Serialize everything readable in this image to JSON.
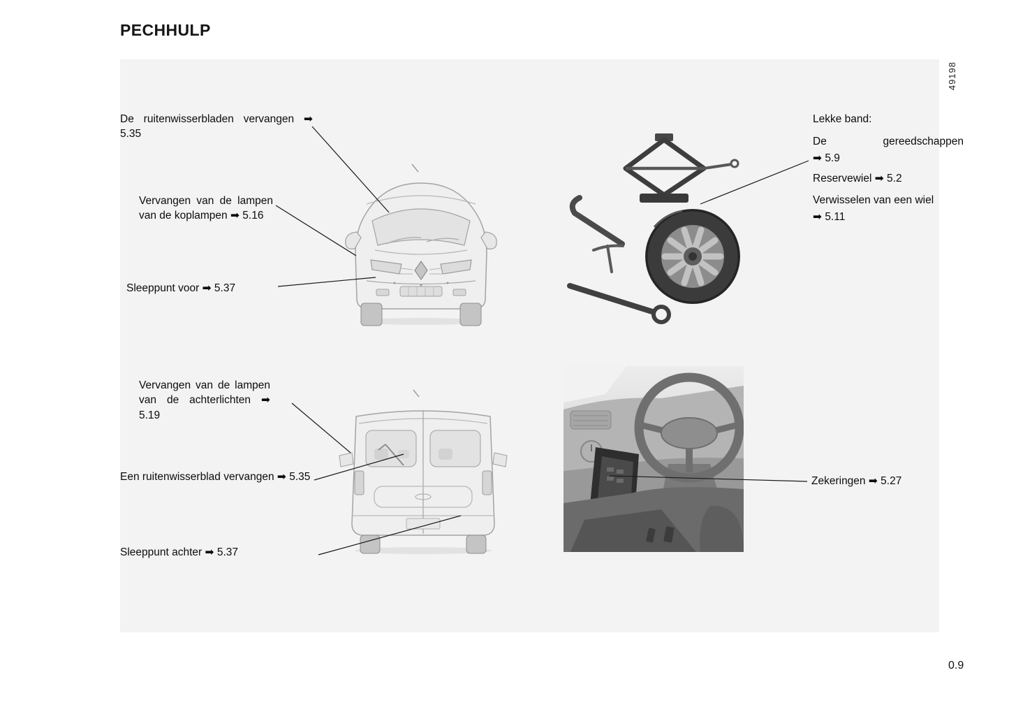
{
  "page": {
    "title": "PECHHULP",
    "page_number": "0.9",
    "figure_number": "49198"
  },
  "icons": {
    "ref_arrow": "➡"
  },
  "callouts_left": [
    {
      "label": "De ruitenwisserbladen vervangen",
      "ref": "5.35"
    },
    {
      "label": "Vervangen van de lampen van de koplampen",
      "ref": "5.16"
    },
    {
      "label": "Sleeppunt voor",
      "ref": "5.37"
    },
    {
      "label": "Vervangen van de lampen van de achterlichten",
      "ref": "5.19"
    },
    {
      "label": "Een ruitenwisserblad vervangen",
      "ref": "5.35"
    },
    {
      "label": "Sleeppunt achter",
      "ref": "5.37"
    }
  ],
  "flat_tyre": {
    "heading": "Lekke band:",
    "items": [
      {
        "label": "De gereedschappen",
        "ref": "5.9"
      },
      {
        "label": "Reservewiel",
        "ref": "5.2"
      },
      {
        "label": "Verwisselen van een wiel",
        "ref": "5.11"
      }
    ]
  },
  "fuses": {
    "label": "Zekeringen",
    "ref": "5.27"
  }
}
